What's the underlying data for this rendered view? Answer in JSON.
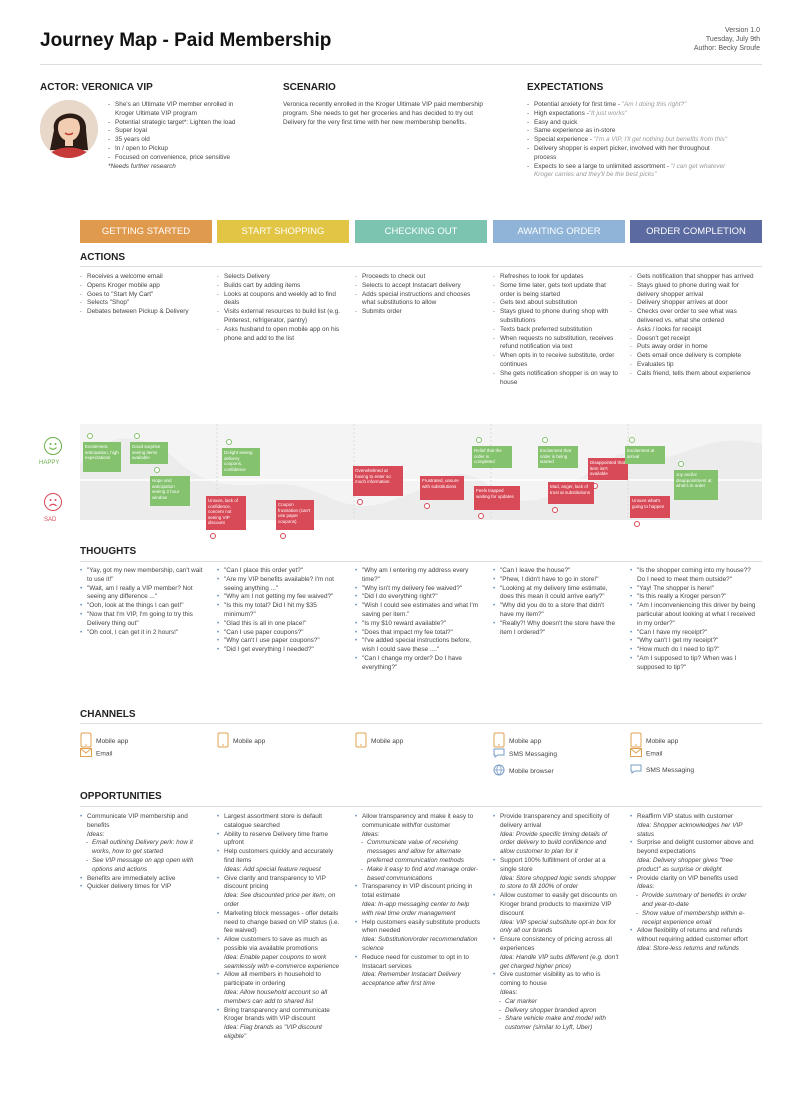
{
  "header": {
    "title": "Journey Map - Paid Membership",
    "version": "Version 1.0",
    "date": "Tuesday, July 9th",
    "author": "Author: Becky Sroufe"
  },
  "actor": {
    "heading": "ACTOR: VERONICA VIP",
    "items": [
      "She's an Ultimate VIP member enrolled in Kroger Ultimate VIP program",
      "Potential strategic target*: Lighten the load",
      "Super loyal",
      "35 years old",
      "In / open to Pickup",
      "Focused on convenience, price sensitive"
    ],
    "note": "*Needs further research"
  },
  "scenario": {
    "heading": "SCENARIO",
    "text": "Veronica recently enrolled in the Kroger Ultimate VIP paid membership program. She needs to get her groceries and has decided to try out Delivery for the very first time with her new membership benefits."
  },
  "expectations": {
    "heading": "EXPECTATIONS",
    "items": [
      {
        "text": "Potential anxiety for first time - ",
        "quote": "\"Am I doing this right?\""
      },
      {
        "text": "High expectations -",
        "quote": "\"It just works\""
      },
      {
        "text": "Easy and quick",
        "quote": ""
      },
      {
        "text": "Same experience as in-store",
        "quote": ""
      },
      {
        "text": "Special experience - ",
        "quote": "\"I'm a VIP, I'll get nothing but benefits from this\""
      },
      {
        "text": "Delivery shopper is expert picker, involved with her throughout process",
        "quote": ""
      },
      {
        "text": "Expects to see a large to unlimited assortment - ",
        "quote": "\"I can get whatever Kroger carries and they'll be the best picks\""
      }
    ]
  },
  "phases": [
    {
      "label": "GETTING STARTED",
      "color": "#e09a4e"
    },
    {
      "label": "START SHOPPING",
      "color": "#e2c544"
    },
    {
      "label": "CHECKING OUT",
      "color": "#7cc4b0"
    },
    {
      "label": "AWAITING ORDER",
      "color": "#8fb4d8"
    },
    {
      "label": "ORDER COMPLETION",
      "color": "#5b6aa0"
    }
  ],
  "actions": {
    "heading": "ACTIONS",
    "columns": [
      [
        "Receives a welcome email",
        "Opens Kroger mobile app",
        "Goes to \"Start My Cart\"",
        "Selects \"Shop\"",
        "Debates between Pickup & Delivery"
      ],
      [
        "Selects Delivery",
        "Builds cart by adding items",
        "Looks at coupons and weekly ad to find deals",
        "Visits external resources to build list (e.g. Pinterest, refrigerator, pantry)",
        "Asks husband to open mobile app on his phone and add to the list"
      ],
      [
        "Proceeds to check out",
        "Selects to accept Instacart delivery",
        "Adds special instructions and chooses what substitutions to allow",
        "Submits order"
      ],
      [
        "Refreshes to look for updates",
        "Some time later, gets text update that order is being started",
        "Gets text about substitution",
        "Stays glued to phone during shop with substitutions",
        "Texts back preferred substitution",
        "When requests no substitution, receives refund notification via text",
        "When opts in to receive substitute, order continues",
        "She gets notification shopper is on way to house"
      ],
      [
        "Gets notification that shopper has arrived",
        "Stays glued to phone during wait for delivery shopper arrival",
        "Delivery shopper arrives at door",
        "Checks over order to see what was delivered vs. what she ordered",
        "Asks / looks for receipt",
        "Doesn't get receipt",
        "Puts away order in home",
        "Gets email once delivery is complete",
        "Evaluates tip",
        "Calls friend, tells them about experience"
      ]
    ]
  },
  "emotions": {
    "happy_label": "HAPPY",
    "sad_label": "SAD",
    "cards": [
      {
        "text": "Excitement, anticipation, high expectations",
        "mood": "happy"
      },
      {
        "text": "Good surprise seeing items available",
        "mood": "happy"
      },
      {
        "text": "Hope and anticipation seeing 2 hour window",
        "mood": "happy"
      },
      {
        "text": "Unsure, lack of confidence, concern not seeing VIP discount",
        "mood": "sad"
      },
      {
        "text": "Delight seeing delivery coupons, confidence",
        "mood": "happy"
      },
      {
        "text": "Coupon frustration (can't use paper coupons)",
        "mood": "sad"
      },
      {
        "text": "Overwhelmed at having to enter so much information",
        "mood": "sad"
      },
      {
        "text": "Frustrated, unsure with substitutions",
        "mood": "sad"
      },
      {
        "text": "Relief that the order is completed",
        "mood": "happy"
      },
      {
        "text": "Feels trapped waiting for updates",
        "mood": "sad"
      },
      {
        "text": "Excitement that order is being started",
        "mood": "happy"
      },
      {
        "text": "Mad, anger, lack of trust at substitutions",
        "mood": "sad"
      },
      {
        "text": "Disappointed that item isn't available",
        "mood": "sad"
      },
      {
        "text": "Excitement at arrival",
        "mood": "happy"
      },
      {
        "text": "Unsure what's going to happen",
        "mood": "sad"
      },
      {
        "text": "Joy and/or disappointment at what's in order",
        "mood": "happy"
      }
    ]
  },
  "thoughts": {
    "heading": "THOUGHTS",
    "columns": [
      [
        "\"Yay, got my new membership, can't wait to use it!\"",
        "\"Wait, am I really a VIP member? Not seeing any difference ...\"",
        "\"Ooh, look at the things I can get!\"",
        "\"Now that I'm VIP, I'm going to try this Delivery thing out\"",
        "\"Oh cool, I can get it in 2 hours!\""
      ],
      [
        "\"Can I place this order yet?\"",
        "\"Are my VIP benefits available? I'm not seeing anything ...\"",
        "\"Why am I not getting my fee waived?\"",
        "\"Is this my total? Did I hit my $35 minimum?\"",
        "\"Glad this is all in one place!\"",
        "\"Can I use paper coupons?\"",
        "\"Why can't I use paper coupons?\"",
        "\"Did I get everything I needed?\""
      ],
      [
        "\"Why am I entering my address every time?\"",
        "\"Why isn't my delivery fee waived?\"",
        "\"Did I do everything right?\"",
        "\"Wish I could see estimates and what I'm saving per item.\"",
        "\"Is my $10 reward available?\"",
        "\"Does that impact my fee total?\"",
        "\"I've added special instructions before, wish I could save these ....\"",
        "\"Can I change my order? Do I have everything?\""
      ],
      [
        "\"Can I leave the house?\"",
        "\"Phew, I didn't have to go in store!\"",
        "\"Looking at my delivery time estimate, does this mean it could arrive early?\"",
        "\"Why did you do to a store that didn't have my item?\"",
        "\"Really?! Why doesn't the store have the item I ordered?\""
      ],
      [
        "\"Is the shopper coming into my house?? Do I need to meet them outside?\"",
        "\"Yay! The shopper is here!\"",
        "\"Is this really a Kroger person?\"",
        "\"Am I inconveniencing this driver by being particular about looking at what I received in my order?\"",
        "\"Can I have my receipt?\"",
        "\"Why can't I get my receipt?\"",
        "\"How much do I need to tip?\"",
        "\"Am I supposed to tip? When was I supposed to tip?\""
      ]
    ]
  },
  "channels": {
    "heading": "CHANNELS",
    "columns": [
      [
        {
          "icon": "mobile-icon",
          "label": "Mobile app"
        },
        {
          "icon": "email-icon",
          "label": "Email"
        }
      ],
      [
        {
          "icon": "mobile-icon",
          "label": "Mobile app"
        }
      ],
      [
        {
          "icon": "mobile-icon",
          "label": "Mobile app"
        }
      ],
      [
        {
          "icon": "mobile-icon",
          "label": "Mobile app"
        },
        {
          "icon": "sms-icon",
          "label": "SMS Messaging"
        },
        {
          "icon": "browser-icon",
          "label": "Mobile browser"
        }
      ],
      [
        {
          "icon": "mobile-icon",
          "label": "Mobile app"
        },
        {
          "icon": "email-icon",
          "label": "Email"
        },
        {
          "icon": "sms-icon",
          "label": "SMS Messaging"
        }
      ]
    ]
  },
  "opportunities": {
    "heading": "OPPORTUNITIES",
    "columns": [
      [
        {
          "t": "Communicate VIP membership and benefits",
          "k": "b"
        },
        {
          "t": "Ideas:",
          "k": "idea"
        },
        {
          "t": "Email outlining Delivery perk: how it works, how to get started",
          "k": "sub"
        },
        {
          "t": "See VIP message on app open with options and actions",
          "k": "sub"
        },
        {
          "t": "Benefits are immediately active",
          "k": "b"
        },
        {
          "t": "Quicker delivery times for VIP",
          "k": "b"
        }
      ],
      [
        {
          "t": "Largest assortment store is default catalogue searched",
          "k": "b"
        },
        {
          "t": "Ability to reserve Delivery time frame upfront",
          "k": "b"
        },
        {
          "t": "Help customers quickly and accurately find items",
          "k": "b"
        },
        {
          "t": "Ideas: Add special feature request",
          "k": "idea"
        },
        {
          "t": "Give clarity and transparency to VIP discount pricing",
          "k": "b"
        },
        {
          "t": "Idea: See discounted price per item, on order",
          "k": "idea"
        },
        {
          "t": "Marketing block messages - offer details need to change based on VIP status (i.e. fee waived)",
          "k": "b"
        },
        {
          "t": "Allow customers to save as much as possible via available promotions",
          "k": "b"
        },
        {
          "t": "Idea: Enable paper coupons to work seamlessly with e-commerce experience",
          "k": "idea"
        },
        {
          "t": "Allow all members in household to participate in ordering",
          "k": "b"
        },
        {
          "t": "Idea: Allow household account so all members can add to shared list",
          "k": "idea"
        },
        {
          "t": "Bring transparency and communicate Kroger brands with VIP discount",
          "k": "b"
        },
        {
          "t": "Idea: Flag brands as \"VIP discount eligible\"",
          "k": "idea"
        }
      ],
      [
        {
          "t": "Allow transparency and make it easy to communicate with/for customer",
          "k": "b"
        },
        {
          "t": "Ideas:",
          "k": "idea"
        },
        {
          "t": "Communicate value of receiving messages and allow for alternate preferred communication methods",
          "k": "sub"
        },
        {
          "t": "Make it easy to find and manage order-based communications",
          "k": "sub"
        },
        {
          "t": "Transparency in VIP discount pricing in total estimate",
          "k": "b"
        },
        {
          "t": "Idea: In-app messaging center to help with real time order management",
          "k": "idea"
        },
        {
          "t": "Help customers easily substitute products when needed",
          "k": "b"
        },
        {
          "t": "Idea: Substitution/order recommendation science",
          "k": "idea"
        },
        {
          "t": "Reduce need for customer to opt in to Instacart services",
          "k": "b"
        },
        {
          "t": "Idea: Remember Instacart Delivery acceptance after first time",
          "k": "idea"
        }
      ],
      [
        {
          "t": "Provide transparency and specificity of delivery arrival",
          "k": "b"
        },
        {
          "t": "Idea: Provide specific timing details of order delivery to build confidence and allow customer to plan for it",
          "k": "idea"
        },
        {
          "t": "Support 100% fulfillment of order at a single store",
          "k": "b"
        },
        {
          "t": "Idea: Store shopped logic sends shopper to store to fill 100% of order",
          "k": "idea"
        },
        {
          "t": "Allow customer to easily get discounts on Kroger brand products to maximize VIP discount",
          "k": "b"
        },
        {
          "t": "Idea: VIP special substitute opt-in box for only all our brands",
          "k": "idea"
        },
        {
          "t": "Ensure consistency of pricing across all experiences",
          "k": "b"
        },
        {
          "t": "Idea: Handle VIP subs different (e.g. don't get charged higher price)",
          "k": "idea"
        },
        {
          "t": "Give customer visibility as to who is coming to house",
          "k": "b"
        },
        {
          "t": "Ideas:",
          "k": "idea"
        },
        {
          "t": "Car marker",
          "k": "sub"
        },
        {
          "t": "Delivery shopper branded apron",
          "k": "sub"
        },
        {
          "t": "Share vehicle make and model with customer (similar to Lyft, Uber)",
          "k": "sub"
        }
      ],
      [
        {
          "t": "Reaffirm VIP status with customer",
          "k": "b"
        },
        {
          "t": "Idea: Shopper acknowledges her VIP status",
          "k": "idea"
        },
        {
          "t": "Surprise and delight customer above and beyond expectations",
          "k": "b"
        },
        {
          "t": "Idea: Delivery shopper gives \"free product\" as surprise or delight",
          "k": "idea"
        },
        {
          "t": "Provide clarity on VIP benefits used",
          "k": "b"
        },
        {
          "t": "Ideas:",
          "k": "idea"
        },
        {
          "t": "Provide summary of benefits in order and year-to-date",
          "k": "sub"
        },
        {
          "t": "Show value of membership within e-receipt experience email",
          "k": "sub"
        },
        {
          "t": "Allow flexibility of returns and refunds without requiring added customer effort",
          "k": "b"
        },
        {
          "t": "Idea: Store-less returns and refunds",
          "k": "idea"
        }
      ]
    ]
  }
}
